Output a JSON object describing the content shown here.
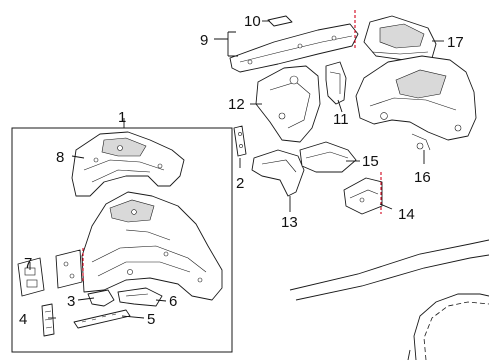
{
  "diagram": {
    "callouts": [
      {
        "id": "1",
        "label": "1"
      },
      {
        "id": "2",
        "label": "2"
      },
      {
        "id": "3",
        "label": "3"
      },
      {
        "id": "4",
        "label": "4"
      },
      {
        "id": "5",
        "label": "5"
      },
      {
        "id": "6",
        "label": "6"
      },
      {
        "id": "7",
        "label": "7"
      },
      {
        "id": "8",
        "label": "8"
      },
      {
        "id": "9",
        "label": "9"
      },
      {
        "id": "10",
        "label": "10"
      },
      {
        "id": "11",
        "label": "11"
      },
      {
        "id": "12",
        "label": "12"
      },
      {
        "id": "13",
        "label": "13"
      },
      {
        "id": "14",
        "label": "14"
      },
      {
        "id": "15",
        "label": "15"
      },
      {
        "id": "16",
        "label": "16"
      },
      {
        "id": "17",
        "label": "17"
      }
    ],
    "colors": {
      "line": "#1a1a1a",
      "highlight": "#d0021b",
      "background": "#ffffff"
    }
  }
}
